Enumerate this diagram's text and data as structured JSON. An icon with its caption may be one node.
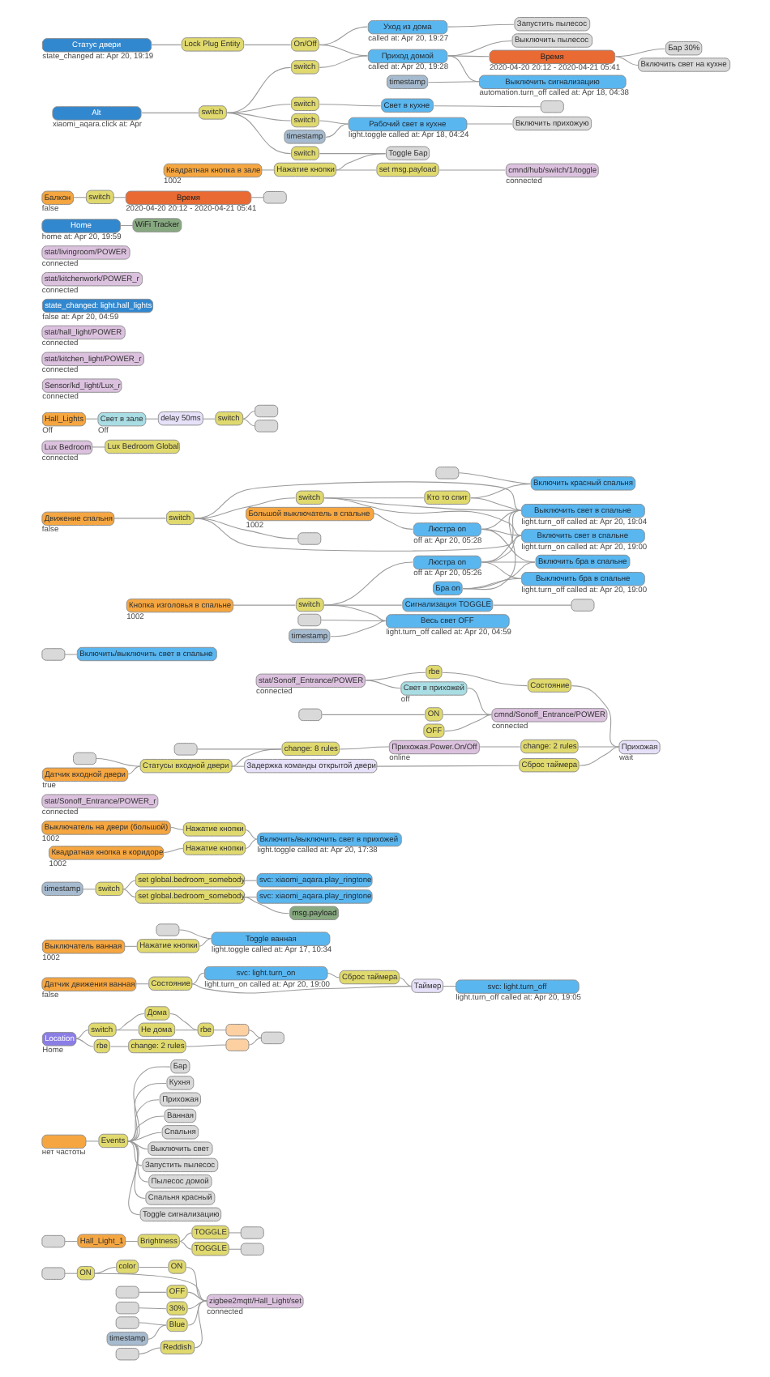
{
  "diagram": {
    "nodes": [
      {
        "text": [
          "Статус двери"
        ],
        "beside": [
          "state_changed at: Apr 20, 19:19"
        ]
      },
      {
        "text": [
          "Lock Plug Entity"
        ]
      },
      {
        "text": [
          "On/Off"
        ]
      },
      {
        "text": [
          "Уход из дома"
        ],
        "beside": [
          "called at: Apr 20, 19:27"
        ]
      },
      {
        "text": [
          "Запустить пылесос"
        ]
      },
      {
        "text": [
          "Выключить пылесос"
        ]
      },
      {
        "text": [
          "switch"
        ]
      },
      {
        "text": [
          "Приход домой"
        ],
        "beside": [
          "called at: Apr 20, 19:28"
        ]
      },
      {
        "text": [
          "Время"
        ],
        "beside": [
          "2020-04-20 20:12 - 2020-04-21 05:41"
        ]
      },
      {
        "text": [
          "Бар 30%"
        ]
      },
      {
        "text": [
          "Alt"
        ],
        "beside": [
          "xiaomi_aqara.click at: Apr"
        ]
      },
      {
        "text": [
          "switch"
        ]
      },
      {
        "text": [
          "switch"
        ]
      },
      {
        "text": [
          "Свет в кухне"
        ]
      },
      {
        "text": [
          "Включить свет на кухне"
        ]
      },
      {
        "text": [
          "switch"
        ]
      },
      {
        "text": [
          "Рабочий свет в кухне"
        ],
        "beside": [
          "light.toggle called at: Apr 18, 04:24"
        ]
      },
      {
        "text": [
          "Выключить сигнализацию"
        ],
        "beside": [
          "automation.turn_off called at: Apr 18, 04:38"
        ]
      },
      {
        "text": [
          "Включить прихожую"
        ]
      },
      {
        "text": [
          "switch"
        ]
      },
      {
        "text": [
          "Балкон"
        ],
        "beside": [
          "false"
        ]
      },
      {
        "text": [
          "switch"
        ]
      },
      {
        "text": [
          "Время"
        ],
        "beside": [
          "2020-04-20 20:12 - 2020-04-21 05:41"
        ]
      },
      {
        "text": [],
        "shape": "box"
      },
      {
        "text": [],
        "shape": "box"
      },
      {
        "text": [
          "timestamp"
        ]
      },
      {
        "text": [
          "WiFi Tracker"
        ]
      },
      {
        "text": [
          "Toggle Бар"
        ]
      },
      {
        "text": [
          "timestamp"
        ]
      },
      {
        "text": [
          "Home"
        ],
        "beside": [
          "home at: Apr 20, 19:59"
        ]
      },
      {
        "text": [
          "stat/livingroom/POWER"
        ],
        "beside": [
          "connected"
        ]
      },
      {
        "text": [
          "stat/kitchenwork/POWER_r"
        ],
        "beside": [
          "connected"
        ]
      },
      {
        "text": [
          "Квадратная кнопка в зале"
        ],
        "beside": [
          "1002"
        ]
      },
      {
        "text": [
          "Нажатие кнопки"
        ]
      },
      {
        "text": [
          "set msg.payload"
        ]
      },
      {
        "text": [
          "cmnd/hub/switch/1/toggle"
        ],
        "beside": [
          "connected"
        ]
      },
      {
        "text": [
          "state_changed: light.hall_lights"
        ],
        "beside": [
          "false at: Apr 20, 04:59"
        ]
      },
      {
        "text": [
          "stat/hall_light/POWER"
        ],
        "beside": [
          "connected"
        ]
      },
      {
        "text": [
          "stat/kitchen_light/POWER_r"
        ],
        "beside": [
          "connected"
        ]
      },
      {
        "text": [
          "Sensor/kd_light/Lux_r"
        ],
        "beside": [
          "connected"
        ]
      },
      {
        "text": [
          "Hall_Lights"
        ],
        "beside": [
          "Off"
        ]
      },
      {
        "text": [
          "Свет в зале"
        ],
        "beside": [
          "Off"
        ]
      },
      {
        "text": [
          "delay 50ms"
        ]
      },
      {
        "text": [
          "switch"
        ]
      },
      {
        "text": [],
        "shape": "box"
      },
      {
        "text": [],
        "shape": "box"
      },
      {
        "text": [
          "Lux Bedroom"
        ],
        "beside": [
          "connected"
        ]
      },
      {
        "text": [
          "Lux Bedroom Global"
        ]
      },
      {
        "text": [],
        "shape": "box"
      },
      {
        "text": [
          "Включить красный спальня"
        ]
      },
      {
        "text": [],
        "shape": "box"
      },
      {
        "text": [
          "switch"
        ]
      },
      {
        "text": [
          "Кто то спит"
        ]
      },
      {
        "text": [
          "switch"
        ]
      },
      {
        "text": [
          "Движение спальня"
        ],
        "beside": [
          "false"
        ]
      },
      {
        "text": [
          "Выключить свет в спальне"
        ],
        "beside": [
          "light.turn_off called at: Apr 20, 19:04"
        ]
      },
      {
        "text": [
          "Большой выключатель в спальне"
        ],
        "beside": [
          "1002"
        ]
      },
      {
        "text": [
          "Люстра on"
        ],
        "beside": [
          "off at: Apr 20, 05:28"
        ]
      },
      {
        "text": [
          "Включить свет в спальне"
        ],
        "beside": [
          "light.turn_on called at: Apr 20, 19:00"
        ]
      },
      {
        "text": [
          "Бра on"
        ]
      },
      {
        "text": [
          "Включить бра в спальне"
        ]
      },
      {
        "text": [
          "Люстра on"
        ],
        "beside": [
          "off at: Apr 20, 05:26"
        ]
      },
      {
        "text": [
          "Выключить бра в спальне"
        ],
        "beside": [
          "light.turn_off called at: Apr 20, 19:00"
        ]
      },
      {
        "text": [],
        "shape": "box"
      },
      {
        "text": [],
        "shape": "box"
      },
      {
        "text": [
          "Включить/выключить свет в спальне"
        ]
      },
      {
        "text": [
          "Кнопка изголовья в спальне"
        ],
        "beside": [
          "1002"
        ]
      },
      {
        "text": [
          "switch"
        ]
      },
      {
        "text": [
          "Сигнализация TOGGLE"
        ]
      },
      {
        "text": [
          "Весь свет OFF"
        ],
        "beside": [
          "light.turn_off called at: Apr 20, 04:59"
        ]
      },
      {
        "text": [],
        "shape": "box"
      },
      {
        "text": [
          "timestamp"
        ]
      },
      {
        "text": [
          "stat/Sonoff_Entrance/POWER"
        ],
        "beside": [
          "connected"
        ]
      },
      {
        "text": [
          "Свет в прихожей"
        ],
        "beside": [
          "off"
        ]
      },
      {
        "text": [
          "cmnd/Sonoff_Entrance/POWER"
        ],
        "beside": [
          "connected"
        ]
      },
      {
        "text": [],
        "shape": "box"
      },
      {
        "text": [
          "ON"
        ]
      },
      {
        "text": [
          "OFF"
        ]
      },
      {
        "text": [
          "stat/Sonoff_Entrance/POWER_r"
        ],
        "beside": [
          "connected"
        ]
      },
      {
        "text": [],
        "shape": "box"
      },
      {
        "text": [
          "rbe"
        ]
      },
      {
        "text": [
          "Состояние"
        ]
      },
      {
        "text": [
          "Датчик входной двери"
        ],
        "beside": [
          "true"
        ]
      },
      {
        "text": [
          "Статусы входной двери"
        ]
      },
      {
        "text": [
          "Задержка команды открытой двери"
        ]
      },
      {
        "text": [
          "Сброс таймера"
        ]
      },
      {
        "text": [
          "Прихожая"
        ],
        "beside": [
          "wait"
        ]
      },
      {
        "text": [
          "Выключатель на двери (большой)"
        ],
        "beside": [
          "1002"
        ]
      },
      {
        "text": [
          "Нажатие кнопки"
        ]
      },
      {
        "text": [
          "Включить/выключить свет в прихожей"
        ],
        "beside": [
          "light.toggle called at: Apr 20, 17:38"
        ]
      },
      {
        "text": [
          "Квадратная кнопка в коридоре"
        ],
        "beside": [
          "1002"
        ]
      },
      {
        "text": [
          "Нажатие кнопки"
        ]
      },
      {
        "text": [],
        "shape": "box"
      },
      {
        "text": [
          "timestamp"
        ]
      },
      {
        "text": [
          "change: 8 rules"
        ]
      },
      {
        "text": [
          "Прихожая.Power.On/Off"
        ],
        "beside": [
          "online"
        ]
      },
      {
        "text": [
          "change: 2 rules"
        ]
      },
      {
        "text": [
          "switch"
        ]
      },
      {
        "text": [
          "set global.bedroom_somebody"
        ]
      },
      {
        "text": [
          "svc: xiaomi_aqara.play_ringtone"
        ]
      },
      {
        "text": [
          "set global.bedroom_somebody"
        ]
      },
      {
        "text": [
          "svc: xiaomi_aqara.play_ringtone"
        ]
      },
      {
        "text": [
          "msg.payload"
        ]
      },
      {
        "text": [],
        "shape": "box"
      },
      {
        "text": [
          "Выключатель ванная"
        ],
        "beside": [
          "1002"
        ]
      },
      {
        "text": [
          "Нажатие кнопки"
        ]
      },
      {
        "text": [
          "Toggle ванная"
        ],
        "beside": [
          "light.toggle called at: Apr 17, 10:34"
        ]
      },
      {
        "text": [
          "Датчик движения ванная"
        ],
        "beside": [
          "false"
        ]
      },
      {
        "text": [
          "Состояние"
        ]
      },
      {
        "text": [
          "svc: light.turn_on"
        ],
        "beside": [
          "light.turn_on called at: Apr 20, 19:00"
        ]
      },
      {
        "text": [
          "Сброс таймера"
        ]
      },
      {
        "text": [
          "Таймер"
        ]
      },
      {
        "text": [
          "svc: light.turn_off"
        ],
        "beside": [
          "light.turn_off called at: Apr 20, 19:05"
        ]
      },
      {
        "text": [
          "Location"
        ],
        "beside": [
          "Home"
        ]
      },
      {
        "text": [
          "switch"
        ]
      },
      {
        "text": [
          "Дома"
        ]
      },
      {
        "text": [
          "Не дома"
        ]
      },
      {
        "text": [
          "rbe"
        ]
      },
      {
        "text": [],
        "shape": "box"
      },
      {
        "text": [
          "rbe"
        ]
      },
      {
        "text": [
          "change: 2 rules"
        ]
      },
      {
        "text": [],
        "shape": "box"
      },
      {
        "text": [],
        "shape": "box"
      },
      {
        "text": [],
        "shape": "box",
        "beside": [
          "нет частоты"
        ]
      },
      {
        "text": [
          "Events"
        ]
      },
      {
        "text": [
          "Бар"
        ]
      },
      {
        "text": [
          "Кухня"
        ]
      },
      {
        "text": [
          "Прихожая"
        ]
      },
      {
        "text": [
          "Ванная"
        ]
      },
      {
        "text": [
          "Спальня"
        ]
      },
      {
        "text": [
          "Выключить свет"
        ]
      },
      {
        "text": [
          "Запустить пылесос"
        ]
      },
      {
        "text": [
          "Пылесос домой"
        ]
      },
      {
        "text": [
          "Спальня красный"
        ]
      },
      {
        "text": [
          "Toggle сигнализацию"
        ]
      },
      {
        "text": [],
        "shape": "box"
      },
      {
        "text": [
          "Hall_Light_1"
        ]
      },
      {
        "text": [
          "Brightness"
        ]
      },
      {
        "text": [
          "TOGGLE"
        ]
      },
      {
        "text": [],
        "shape": "box"
      },
      {
        "text": [
          "TOGGLE"
        ]
      },
      {
        "text": [],
        "shape": "box"
      },
      {
        "text": [],
        "shape": "box"
      },
      {
        "text": [
          "ON"
        ]
      },
      {
        "text": [
          "color"
        ]
      },
      {
        "text": [
          "ON"
        ]
      },
      {
        "text": [],
        "shape": "box"
      },
      {
        "text": [
          "OFF"
        ]
      },
      {
        "text": [],
        "shape": "box"
      },
      {
        "text": [
          "30%"
        ]
      },
      {
        "text": [
          "zigbee2mqtt/Hall_Light/set"
        ],
        "beside": [
          "connected"
        ]
      },
      {
        "text": [],
        "shape": "box"
      },
      {
        "text": [
          "Blue"
        ]
      },
      {
        "text": [],
        "shape": "box"
      },
      {
        "text": [
          "Reddish"
        ]
      },
      {
        "text": [
          "timestamp"
        ]
      }
    ],
    "edges": [
      {
        "from": 0,
        "to": 1,
        "arrow": "none"
      },
      {
        "from": 1,
        "to": 2,
        "arrow": "none"
      },
      {
        "from": 2,
        "to": 3,
        "arrow": "none"
      },
      {
        "from": 2,
        "to": 7,
        "arrow": "none"
      },
      {
        "from": 3,
        "to": 4,
        "arrow": "none"
      },
      {
        "from": 7,
        "to": 5,
        "arrow": "none"
      },
      {
        "from": 7,
        "to": 8,
        "arrow": "none"
      },
      {
        "from": 8,
        "to": 9,
        "arrow": "none"
      },
      {
        "from": 8,
        "to": 14,
        "arrow": "none"
      },
      {
        "from": 7,
        "to": 17,
        "arrow": "none"
      },
      {
        "from": 10,
        "to": 11,
        "arrow": "none"
      },
      {
        "from": 11,
        "to": 6,
        "arrow": "none"
      },
      {
        "from": 11,
        "to": 12,
        "arrow": "none"
      },
      {
        "from": 11,
        "to": 15,
        "arrow": "none"
      },
      {
        "from": 11,
        "to": 19,
        "arrow": "none"
      },
      {
        "from": 6,
        "to": 7,
        "arrow": "none"
      },
      {
        "from": 12,
        "to": 13,
        "arrow": "none"
      },
      {
        "from": 15,
        "to": 16,
        "arrow": "none"
      },
      {
        "from": 19,
        "to": 27,
        "arrow": "none"
      },
      {
        "from": 13,
        "to": 24,
        "arrow": "none"
      },
      {
        "from": 16,
        "to": 18,
        "arrow": "none"
      },
      {
        "from": 25,
        "to": 17,
        "arrow": "none"
      },
      {
        "from": 28,
        "to": 16,
        "arrow": "none"
      },
      {
        "from": 20,
        "to": 21,
        "arrow": "none"
      },
      {
        "from": 21,
        "to": 22,
        "arrow": "none"
      },
      {
        "from": 22,
        "to": 23,
        "arrow": "none"
      },
      {
        "from": 29,
        "to": 26,
        "arrow": "none"
      },
      {
        "from": 32,
        "to": 33,
        "arrow": "none"
      },
      {
        "from": 33,
        "to": 27,
        "arrow": "none"
      },
      {
        "from": 33,
        "to": 34,
        "arrow": "none"
      },
      {
        "from": 34,
        "to": 35,
        "arrow": "none"
      },
      {
        "from": 40,
        "to": 41,
        "arrow": "none"
      },
      {
        "from": 41,
        "to": 42,
        "arrow": "none"
      },
      {
        "from": 42,
        "to": 43,
        "arrow": "none"
      },
      {
        "from": 43,
        "to": 44,
        "arrow": "none"
      },
      {
        "from": 43,
        "to": 45,
        "arrow": "none"
      },
      {
        "from": 46,
        "to": 47,
        "arrow": "none"
      },
      {
        "from": 48,
        "to": 49,
        "arrow": "none"
      },
      {
        "from": 54,
        "to": 51,
        "arrow": "none"
      },
      {
        "from": 51,
        "to": 50,
        "arrow": "none"
      },
      {
        "from": 51,
        "to": 53,
        "arrow": "none"
      },
      {
        "from": 51,
        "to": 55,
        "arrow": "none"
      },
      {
        "from": 51,
        "to": 58,
        "arrow": "none"
      },
      {
        "from": 53,
        "to": 52,
        "arrow": "none"
      },
      {
        "from": 53,
        "to": 55,
        "arrow": "none"
      },
      {
        "from": 53,
        "to": 58,
        "arrow": "none"
      },
      {
        "from": 52,
        "to": 49,
        "arrow": "none"
      },
      {
        "from": 52,
        "to": 55,
        "arrow": "none"
      },
      {
        "from": 56,
        "to": 57,
        "arrow": "none"
      },
      {
        "from": 57,
        "to": 55,
        "arrow": "none"
      },
      {
        "from": 57,
        "to": 58,
        "arrow": "none"
      },
      {
        "from": 57,
        "to": 60,
        "arrow": "none"
      },
      {
        "from": 59,
        "to": 60,
        "arrow": "none"
      },
      {
        "from": 59,
        "to": 55,
        "arrow": "none"
      },
      {
        "from": 59,
        "to": 62,
        "arrow": "none"
      },
      {
        "from": 61,
        "to": 55,
        "arrow": "none"
      },
      {
        "from": 61,
        "to": 58,
        "arrow": "none"
      },
      {
        "from": 61,
        "to": 62,
        "arrow": "none"
      },
      {
        "from": 61,
        "to": 60,
        "arrow": "none"
      },
      {
        "from": 64,
        "to": 65,
        "arrow": "none"
      },
      {
        "from": 66,
        "to": 67,
        "arrow": "none"
      },
      {
        "from": 67,
        "to": 61,
        "arrow": "none"
      },
      {
        "from": 67,
        "to": 68,
        "arrow": "none"
      },
      {
        "from": 67,
        "to": 69,
        "arrow": "none"
      },
      {
        "from": 68,
        "to": 63,
        "arrow": "none"
      },
      {
        "from": 70,
        "to": 69,
        "arrow": "none"
      },
      {
        "from": 71,
        "to": 69,
        "arrow": "none"
      },
      {
        "from": 72,
        "to": 73,
        "arrow": "none"
      },
      {
        "from": 73,
        "to": 74,
        "arrow": "none"
      },
      {
        "from": 72,
        "to": 80,
        "arrow": "none"
      },
      {
        "from": 75,
        "to": 76,
        "arrow": "none"
      },
      {
        "from": 76,
        "to": 74,
        "arrow": "none"
      },
      {
        "from": 77,
        "to": 74,
        "arrow": "none"
      },
      {
        "from": 80,
        "to": 81,
        "arrow": "none"
      },
      {
        "from": 81,
        "to": 86,
        "arrow": "none"
      },
      {
        "from": 79,
        "to": 83,
        "arrow": "none"
      },
      {
        "from": 82,
        "to": 83,
        "arrow": "none"
      },
      {
        "from": 83,
        "to": 84,
        "arrow": "none"
      },
      {
        "from": 83,
        "to": 94,
        "arrow": "none"
      },
      {
        "from": 84,
        "to": 85,
        "arrow": "none"
      },
      {
        "from": 85,
        "to": 86,
        "arrow": "none"
      },
      {
        "from": 87,
        "to": 88,
        "arrow": "none"
      },
      {
        "from": 88,
        "to": 89,
        "arrow": "none"
      },
      {
        "from": 90,
        "to": 91,
        "arrow": "none"
      },
      {
        "from": 91,
        "to": 89,
        "arrow": "none"
      },
      {
        "from": 92,
        "to": 94,
        "arrow": "none"
      },
      {
        "from": 94,
        "to": 95,
        "arrow": "none"
      },
      {
        "from": 95,
        "to": 96,
        "arrow": "none"
      },
      {
        "from": 96,
        "to": 86,
        "arrow": "none"
      },
      {
        "from": 93,
        "to": 97,
        "arrow": "none"
      },
      {
        "from": 97,
        "to": 98,
        "arrow": "none"
      },
      {
        "from": 97,
        "to": 100,
        "arrow": "none"
      },
      {
        "from": 98,
        "to": 99,
        "arrow": "none"
      },
      {
        "from": 100,
        "to": 101,
        "arrow": "none"
      },
      {
        "from": 100,
        "to": 102,
        "arrow": "none"
      },
      {
        "from": 103,
        "to": 106,
        "arrow": "none"
      },
      {
        "from": 104,
        "to": 105,
        "arrow": "none"
      },
      {
        "from": 105,
        "to": 106,
        "arrow": "none"
      },
      {
        "from": 107,
        "to": 108,
        "arrow": "none"
      },
      {
        "from": 108,
        "to": 109,
        "arrow": "none"
      },
      {
        "from": 109,
        "to": 110,
        "arrow": "none"
      },
      {
        "from": 108,
        "to": 111,
        "arrow": "none"
      },
      {
        "from": 110,
        "to": 111,
        "arrow": "none"
      },
      {
        "from": 111,
        "to": 112,
        "arrow": "none"
      },
      {
        "from": 113,
        "to": 114,
        "arrow": "none"
      },
      {
        "from": 114,
        "to": 115,
        "arrow": "none"
      },
      {
        "from": 114,
        "to": 116,
        "arrow": "none"
      },
      {
        "from": 115,
        "to": 117,
        "arrow": "none"
      },
      {
        "from": 116,
        "to": 117,
        "arrow": "none"
      },
      {
        "from": 117,
        "to": 118,
        "arrow": "none"
      },
      {
        "from": 113,
        "to": 119,
        "arrow": "none"
      },
      {
        "from": 119,
        "to": 120,
        "arrow": "none"
      },
      {
        "from": 120,
        "to": 121,
        "arrow": "none"
      },
      {
        "from": 118,
        "to": 122,
        "arrow": "none"
      },
      {
        "from": 121,
        "to": 122,
        "arrow": "none"
      },
      {
        "from": 123,
        "to": 124,
        "arrow": "none"
      },
      {
        "from": 124,
        "to": 125,
        "arrow": "none"
      },
      {
        "from": 124,
        "to": 126,
        "arrow": "none"
      },
      {
        "from": 124,
        "to": 127,
        "arrow": "none"
      },
      {
        "from": 124,
        "to": 128,
        "arrow": "none"
      },
      {
        "from": 124,
        "to": 129,
        "arrow": "none"
      },
      {
        "from": 124,
        "to": 130,
        "arrow": "none"
      },
      {
        "from": 124,
        "to": 131,
        "arrow": "none"
      },
      {
        "from": 124,
        "to": 132,
        "arrow": "none"
      },
      {
        "from": 124,
        "to": 133,
        "arrow": "none"
      },
      {
        "from": 124,
        "to": 134,
        "arrow": "none"
      },
      {
        "from": 135,
        "to": 136,
        "arrow": "none"
      },
      {
        "from": 136,
        "to": 137,
        "arrow": "none"
      },
      {
        "from": 137,
        "to": 138,
        "arrow": "none"
      },
      {
        "from": 137,
        "to": 140,
        "arrow": "none"
      },
      {
        "from": 138,
        "to": 139,
        "arrow": "none"
      },
      {
        "from": 140,
        "to": 141,
        "arrow": "none"
      },
      {
        "from": 142,
        "to": 143,
        "arrow": "none"
      },
      {
        "from": 143,
        "to": 150,
        "arrow": "none"
      },
      {
        "from": 143,
        "to": 144,
        "arrow": "none"
      },
      {
        "from": 144,
        "to": 145,
        "arrow": "none"
      },
      {
        "from": 145,
        "to": 150,
        "arrow": "none"
      },
      {
        "from": 146,
        "to": 147,
        "arrow": "none"
      },
      {
        "from": 147,
        "to": 150,
        "arrow": "none"
      },
      {
        "from": 148,
        "to": 149,
        "arrow": "none"
      },
      {
        "from": 149,
        "to": 150,
        "arrow": "none"
      },
      {
        "from": 151,
        "to": 152,
        "arrow": "none"
      },
      {
        "from": 152,
        "to": 150,
        "arrow": "none"
      },
      {
        "from": 153,
        "to": 154,
        "arrow": "none"
      },
      {
        "from": 154,
        "to": 150,
        "arrow": "none"
      },
      {
        "from": 155,
        "to": 152,
        "arrow": "none"
      }
    ]
  }
}
